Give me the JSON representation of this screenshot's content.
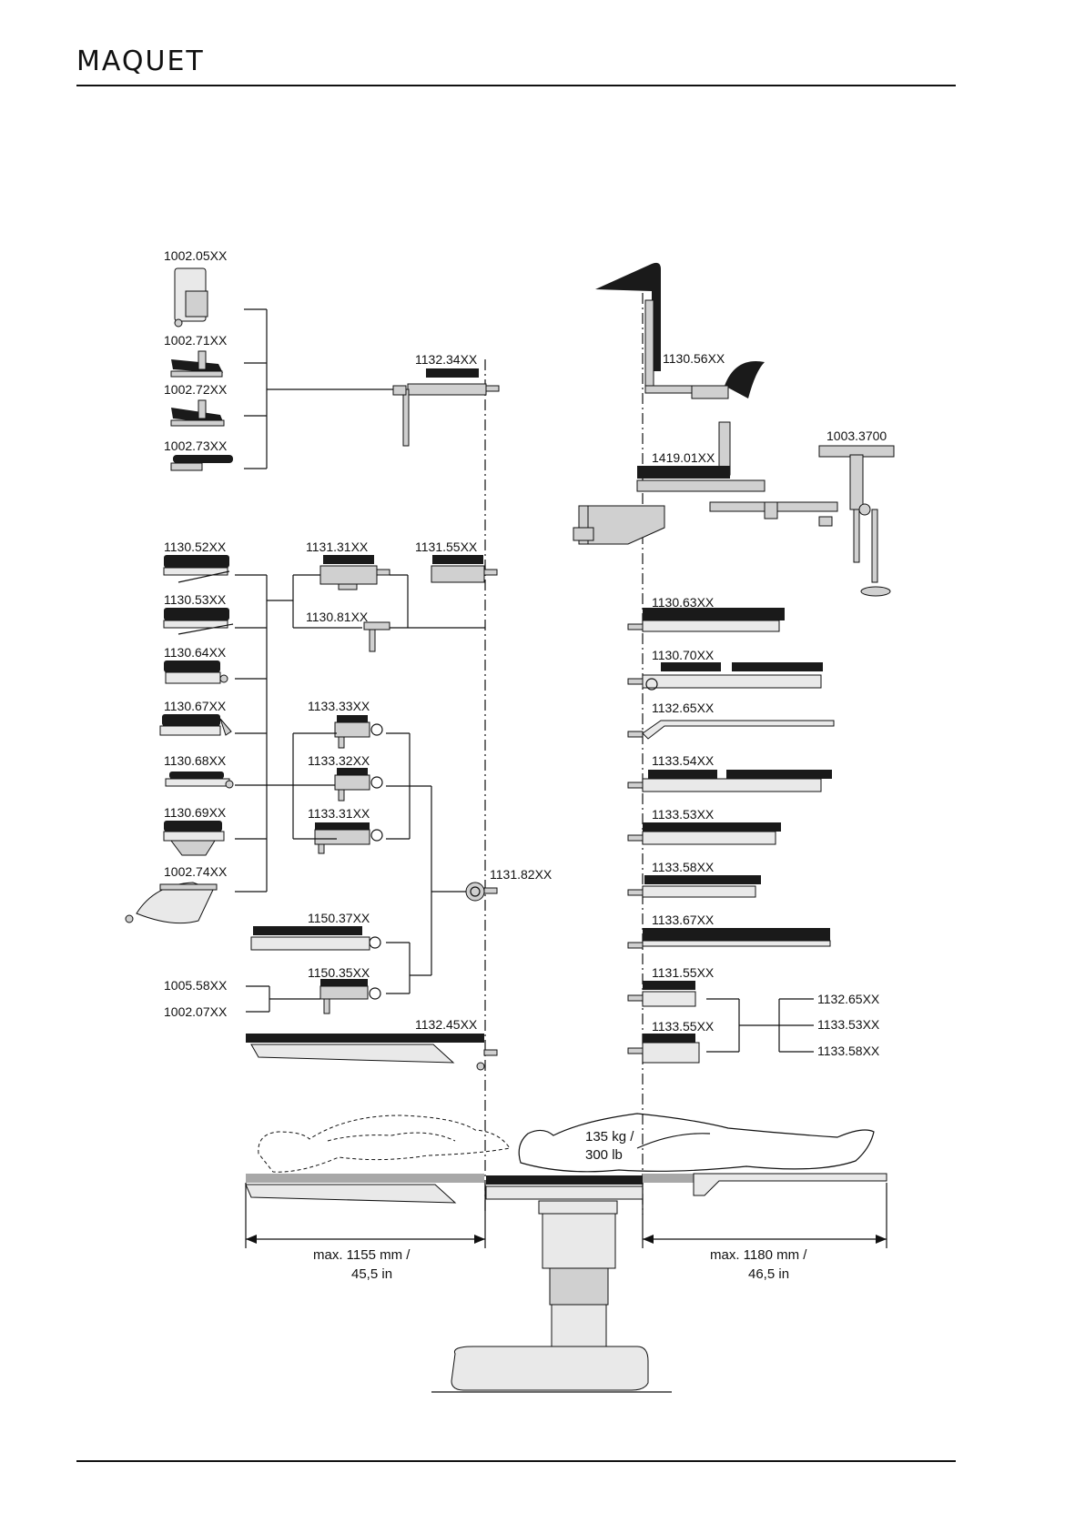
{
  "header": {
    "logo": "MAQUET"
  },
  "colors": {
    "ink": "#111111",
    "pad": "#1a1a1a",
    "metal": "#c8c8c8",
    "light": "#e6e6e6",
    "shade": "#9a9a9a"
  },
  "labels": {
    "l_1002_05": "1002.05XX",
    "l_1002_71": "1002.71XX",
    "l_1002_72": "1002.72XX",
    "l_1002_73": "1002.73XX",
    "l_1132_34": "1132.34XX",
    "l_1130_56": "1130.56XX",
    "l_1003_3700": "1003.3700",
    "l_1419_01": "1419.01XX",
    "l_1130_52": "1130.52XX",
    "l_1131_31": "1131.31XX",
    "l_1131_55a": "1131.55XX",
    "l_1130_53": "1130.53XX",
    "l_1130_81": "1130.81XX",
    "l_1130_64": "1130.64XX",
    "l_1130_67": "1130.67XX",
    "l_1130_68": "1130.68XX",
    "l_1130_69": "1130.69XX",
    "l_1002_74": "1002.74XX",
    "l_1133_33": "1133.33XX",
    "l_1133_32": "1133.32XX",
    "l_1133_31": "1133.31XX",
    "l_1131_82": "1131.82XX",
    "l_1150_37": "1150.37XX",
    "l_1150_35": "1150.35XX",
    "l_1005_58": "1005.58XX",
    "l_1002_07": "1002.07XX",
    "l_1132_45": "1132.45XX",
    "l_1130_63": "1130.63XX",
    "l_1130_70": "1130.70XX",
    "l_1132_65a": "1132.65XX",
    "l_1133_54": "1133.54XX",
    "l_1133_53a": "1133.53XX",
    "l_1133_58a": "1133.58XX",
    "l_1133_67": "1133.67XX",
    "l_1131_55b": "1131.55XX",
    "l_1133_55": "1133.55XX",
    "l_1132_65b": "1132.65XX",
    "l_1133_53b": "1133.53XX",
    "l_1133_58b": "1133.58XX",
    "weight_1": "135 kg /",
    "weight_2": "300 lb",
    "dim_left_1": "max. 1155 mm /",
    "dim_left_2": "45,5 in",
    "dim_right_1": "max. 1180 mm /",
    "dim_right_2": "46,5 in"
  }
}
